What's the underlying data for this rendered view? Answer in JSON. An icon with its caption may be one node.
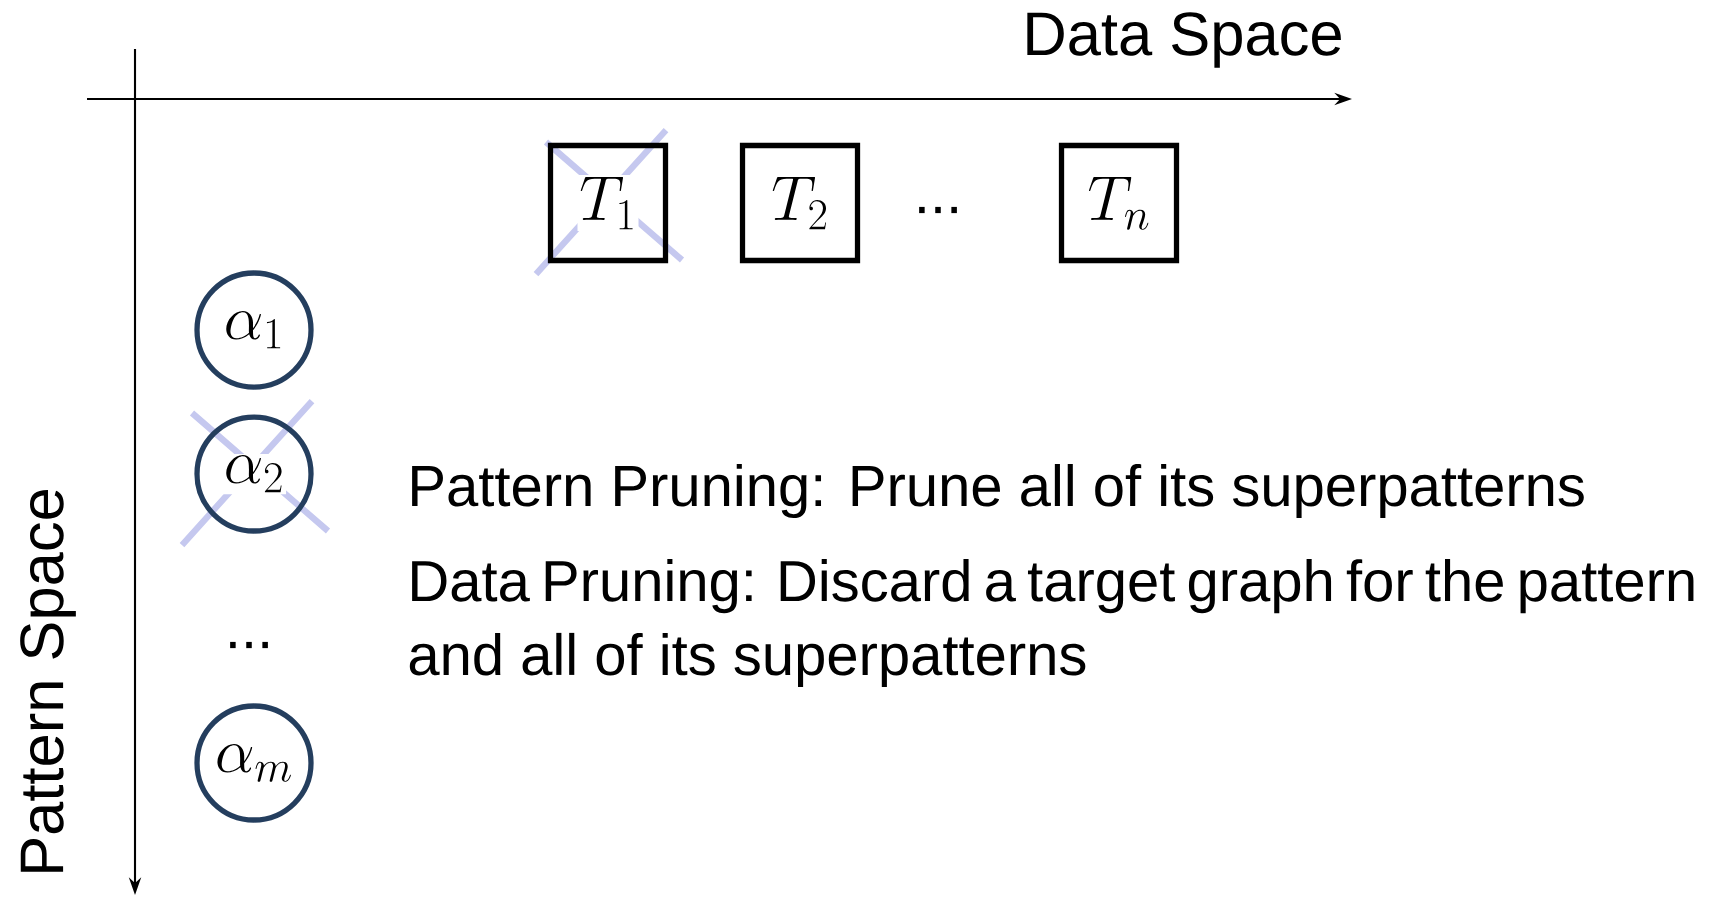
{
  "diagram": {
    "nodes": [
      {
        "text": [
          "T_1"
        ]
      },
      {
        "text": [
          "T_2"
        ]
      },
      {
        "text": [
          "T_n"
        ]
      },
      {
        "text": [
          "\\alpha_1"
        ]
      },
      {
        "text": [
          "\\alpha_2"
        ]
      },
      {
        "text": [
          "\\alpha_m"
        ]
      }
    ],
    "labels": [
      "Data Space",
      "...",
      "Pattern Pruning: Prune all of its superpatterns",
      "Data Pruning: Discard a target graph for the pattern and all of its superpatterns",
      "...",
      "Pattern Space"
    ]
  }
}
